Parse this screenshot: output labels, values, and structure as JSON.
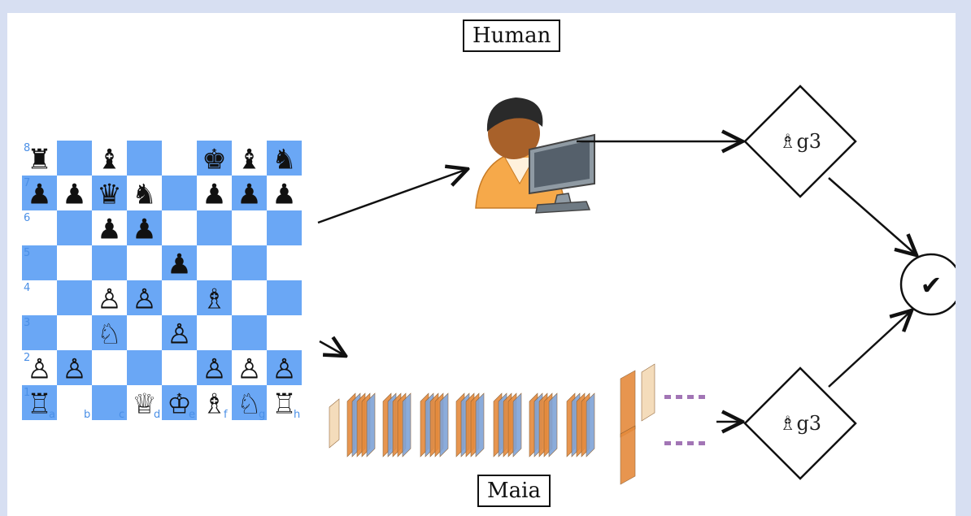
{
  "labels": {
    "human": "Human",
    "maia": "Maia"
  },
  "moves": {
    "human_move": "♗g3",
    "maia_move": "♗g3",
    "check": "✔"
  },
  "board": {
    "light": "#ffffff",
    "dark": "#6aa7f5",
    "ranks": [
      "8",
      "7",
      "6",
      "5",
      "4",
      "3",
      "2",
      "1"
    ],
    "files": [
      "a",
      "b",
      "c",
      "d",
      "e",
      "f",
      "g",
      "h"
    ],
    "rows": [
      "♜.♝..♚♝♞♜",
      "♟♟♛♞.♟♟♟",
      "..♟♟....",
      "....♟...",
      "..♙♙.♗..",
      "..♘.♙...",
      "♙♙...♙♙♙",
      "♖..♕♔♗♘♖"
    ]
  },
  "colors": {
    "edge": "#111111",
    "network_orange": "#e58a3c",
    "network_blue": "#7fa4d8",
    "network_beige": "#f3d9b4",
    "network_purple": "#7b3a96"
  }
}
